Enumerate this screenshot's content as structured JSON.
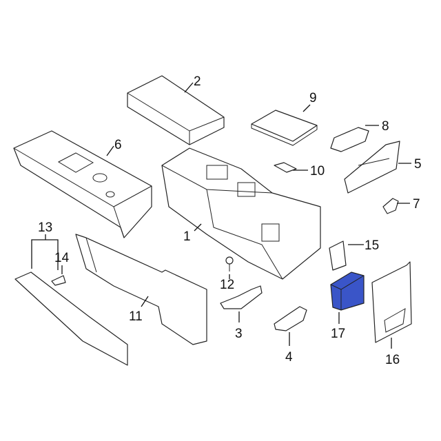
{
  "diagram": {
    "highlight_color": "#3a55c8",
    "highlighted_part": "17",
    "callouts": [
      "1",
      "2",
      "3",
      "4",
      "5",
      "6",
      "7",
      "8",
      "9",
      "10",
      "11",
      "12",
      "13",
      "14",
      "15",
      "16",
      "17"
    ]
  }
}
